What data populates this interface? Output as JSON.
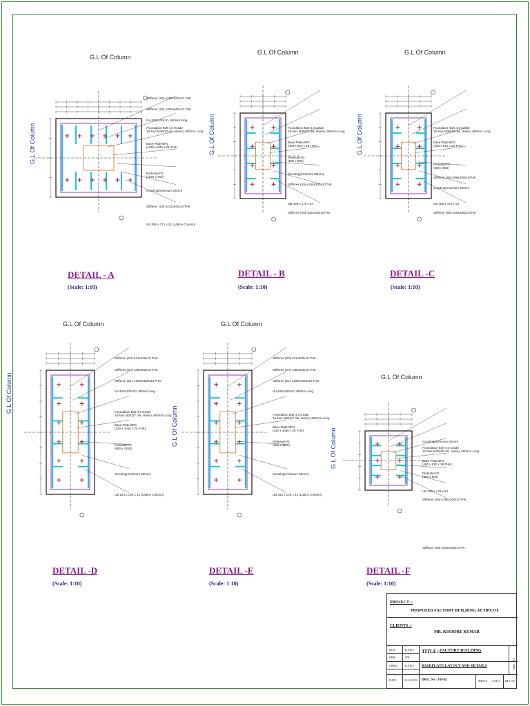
{
  "gl_of_column": "G.L Of Column",
  "details": [
    {
      "id": "a",
      "title": "DETAIL - A",
      "scale": "(Scale: 1:10)",
      "callouts": [
        "Stiffener (S2)-x196x500x10 THK.",
        "Stiffener (S1)-x300x500x10 THK.",
        "ISA100x100x10, 550mm long",
        "Foundation Bolt 4.6 Grade\n16-Nos M30(33 dia. Holes), 650mm Long",
        "Base Plate-BP1\n(1050 x 600 x 28 THK)",
        "Pedestal-P1\n(1150 x 750)",
        "Grouting(minimum 50mm)",
        "Stiffener (S3)-x221x500x10THK.",
        "UB 356 x 171 x 51 (Lattice Column)"
      ]
    },
    {
      "id": "b",
      "title": "DETAIL - B",
      "scale": "(Scale: 1:10)",
      "callouts": [
        "Foundation Bolt 4.6 Grade\n16-Nos M30(33 dia. Holes), 650mm Long",
        "Base Plate-BP2\n(400 x 620 x 28 THK)",
        "Pedestal-P2\n(500 x 800)",
        "Grouting(minimum 50mm)",
        "Stiffener (S5)-x196x300x10THK.",
        "UB 406 x 178 x 54",
        "Stiffener (S6)-100x300x10THK."
      ]
    },
    {
      "id": "c",
      "title": "DETAIL -C",
      "scale": "(Scale: 1:10)",
      "callouts": [
        "Foundation Bolt 4.6 Grade\n16-Nos M30(33 dia. Holes), 650mm Long",
        "Base Plate-BP2\n(400 x 620 x 28 THK)",
        "Pedestal-P1\n(500 x 800)",
        "Stiffener (S5)-196x300x10THK.",
        "Grouting(minimum 50mm)",
        "UB 406 x 178 x 54",
        "Stiffener (S6)-100x300x10THK."
      ]
    },
    {
      "id": "d",
      "title": "DETAIL -D",
      "scale": "(Scale: 1:10)",
      "callouts": [
        "Stiffener (S3)-221x500x10 THK.",
        "Stiffener (S4)-135x500x10 THK.",
        "Stiffener (S1)-x1050x500x10 THK.",
        "ISA100x100x10, 550mm long",
        "Foundation Bolt 4.6 Grade\n16-Nos M24(27 dia. Holes), 650mm Long",
        "Base Plate-BP3\n(330 x 1050 x 25 THK)",
        "Pedestal-P3\n(650 x 1150)",
        "Grouting(minimum 50mm)",
        "UB 254 x 146 x 43 (Lattice Column)"
      ]
    },
    {
      "id": "e",
      "title": "DETAIL -E",
      "scale": "(Scale: 1:10)",
      "callouts": [
        "Stiffener (S3)-221x500x10 THK.",
        "Stiffener (S4)-135x500x10 THK.",
        "Stiffener (S1)-x1050x500x10 THK.",
        "ISA100x100x10, 550mm long",
        "Foundation Bolt 4.6 Grade\n16-Nos M24(27 dia. Holes), 650mm Long",
        "Base Plate-BP3\n(330 x 1050 x 25 THK)",
        "Pedestal-P3\n(650 x 1150)",
        "Grouting(minimum 50mm)",
        "UB 254 x 146 x 43 (Lattice Column)"
      ]
    },
    {
      "id": "f",
      "title": "DETAIL -F",
      "scale": "(Scale: 1:10)",
      "callouts": [
        "Grouting(minimum 50mm)",
        "Foundation Bolt 4.6 Grade\n16-Nos M30(33 dia. Holes), 650mm Long",
        "Base Plate-BP2\n(400 x 620 x 28 THK)",
        "Pedestal-P2\n(500 x 800)",
        "UB 406 x 178 x 54",
        "Stiffener (S5)-x196x300x10THK.",
        "Stiffener (S6)-100x300x10THK."
      ]
    }
  ],
  "title_block": {
    "project_label": "PROJECT :-",
    "project_value": "PROPOSED FACTORY BUILDING AT SIPCOT",
    "clients_label": "CLIENTS :-",
    "clients_value": "MR. KISHORE KUMAR",
    "dgn_label": "DGN.",
    "dgn_value": "R.ATJ.J",
    "drn_label": "DRN.",
    "drn_value": "JPK",
    "chkd_label": "CHKD.",
    "chkd_value": "R.ATJ.J",
    "date_label": "DATE",
    "date_value": "14.12.2019",
    "title_label": "TITLE:-",
    "title_value": "FACTORY BUILDING",
    "subtitle": "BASEPLATE LAYOUT AND DETAILS",
    "drg_no": "DRG. No : FB-02",
    "sheet_label": "SHEET :",
    "sheet_value": "2 OF 2",
    "rev_label": "REV. 00",
    "size_label": "SIZE : A1"
  },
  "colors": {
    "frame": "#2c8a2c",
    "plate": "#9b30d9",
    "stiffener": "#18c8d8",
    "bolt": "#c0182e",
    "column": "#e06a20",
    "title": "#8a1a8a"
  }
}
